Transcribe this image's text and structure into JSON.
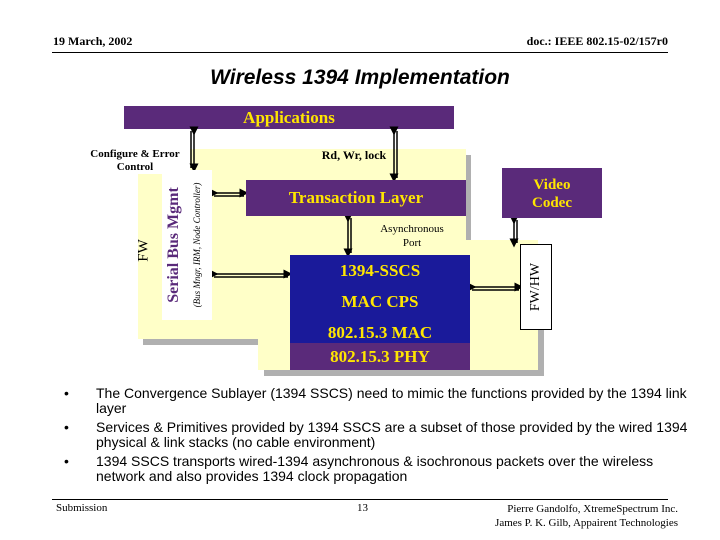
{
  "header": {
    "date": "19 March, 2002",
    "doc": "doc.: IEEE 802.15-02/157r0"
  },
  "title": "Wireless 1394 Implementation",
  "diagram": {
    "applications": "Applications",
    "configure_label": "Configure & Error Control",
    "rd_wr_lock": "Rd, Wr, lock",
    "fw_left": "FW",
    "serial_bus_mgmt": "Serial Bus Mgmt",
    "serial_bus_sub": "(Bus Mngr, IRM, Node Controller)",
    "transaction_layer": "Transaction Layer",
    "video_codec_line1": "Video",
    "video_codec_line2": "Codec",
    "async_port_line1": "Asynchronous",
    "async_port_line2": "Port",
    "sscs": "1394-SSCS",
    "mac_cps": "MAC CPS",
    "mac": "802.15.3 MAC",
    "phy": "802.15.3 PHY",
    "fw_hw": "FW/HW"
  },
  "bullets": [
    "The Convergence Sublayer (1394 SSCS) need to mimic the functions provided by the 1394 link layer",
    "Services & Primitives provided by 1394 SSCS are a subset of those provided by the wired 1394 physical & link stacks (no cable environment)",
    "1394 SSCS transports wired-1394 asynchronous & isochronous packets over the wireless network and also provides 1394 clock propagation"
  ],
  "footer": {
    "left": "Submission",
    "page": "13",
    "right_line1": "Pierre Gandolfo, XtremeSpectrum Inc.",
    "right_line2": "James P. K. Gilb, Appairent Technologies"
  },
  "colors": {
    "purple": "#5a2a7a",
    "blue": "#1a1a9a",
    "yellow_text": "#ffe600",
    "panel": "#ffffc8"
  }
}
